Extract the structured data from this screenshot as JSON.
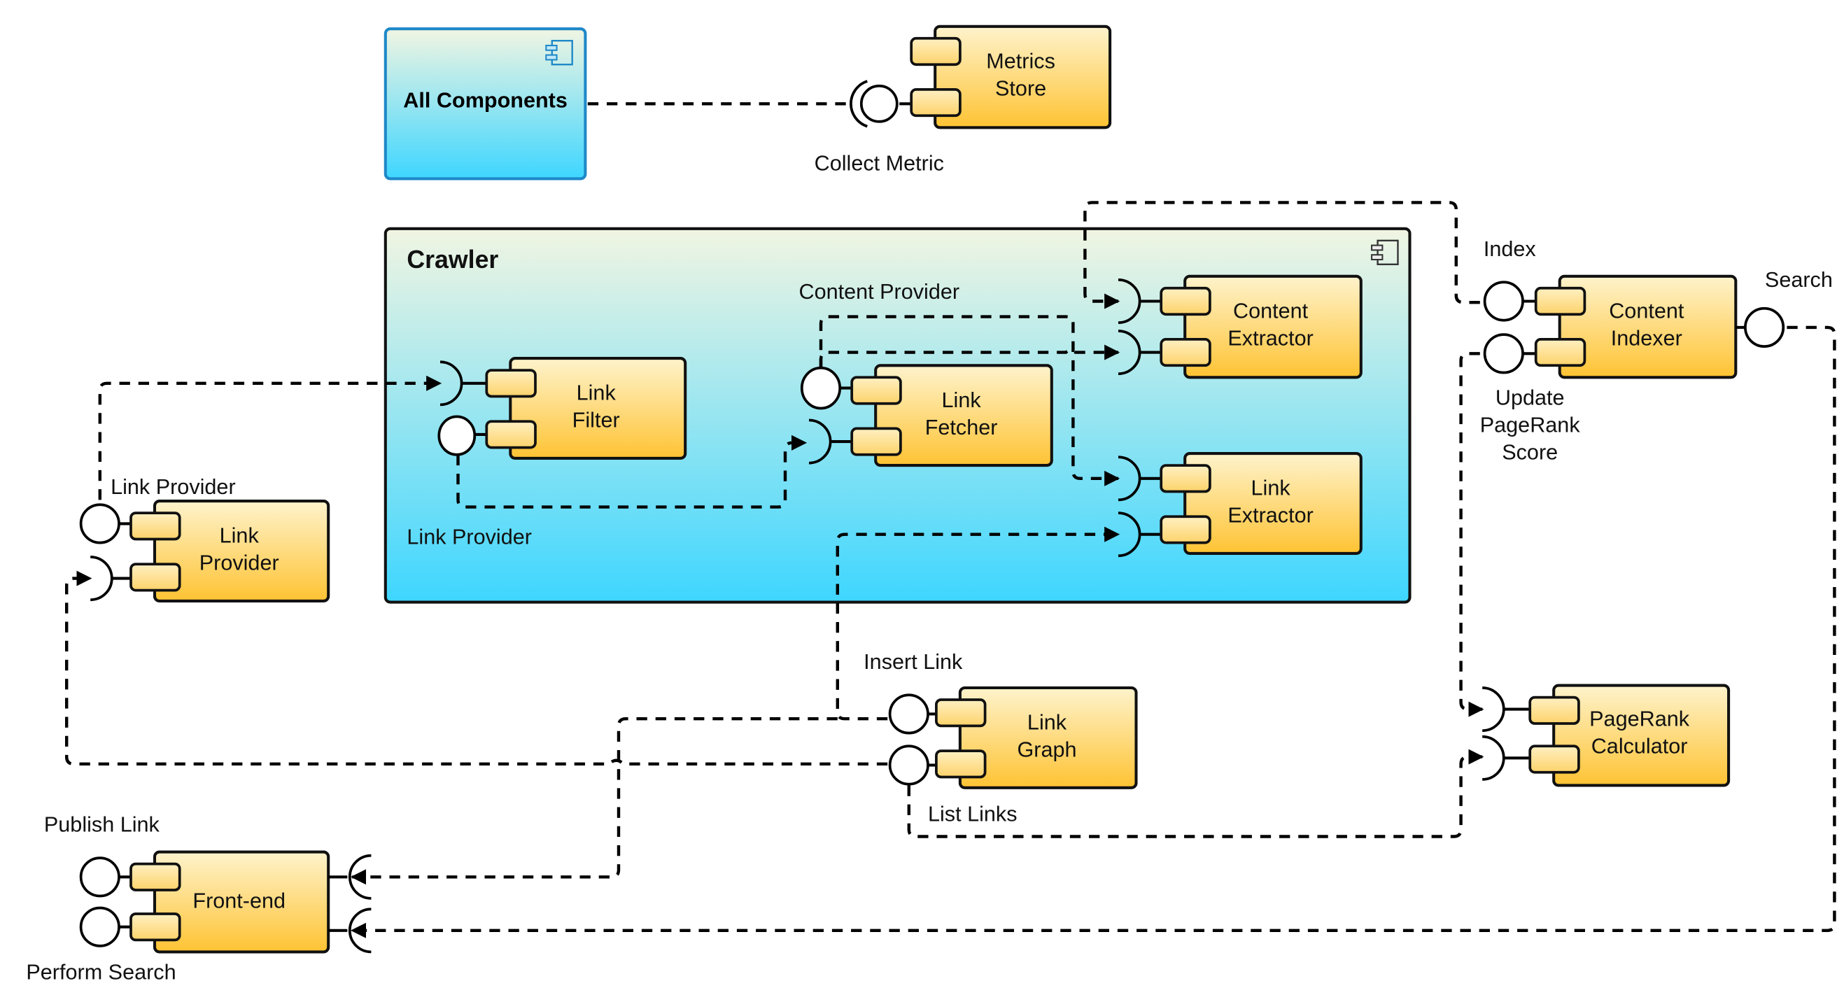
{
  "diagram": {
    "type": "UML component diagram",
    "colors": {
      "component_fill_top": "#FEF3CC",
      "component_fill_bottom": "#FEC333",
      "container_fill_top": "#F1F5E2",
      "container_fill_bottom": "#3ED6FF",
      "container_border": "#1E88C8",
      "line": "#000000"
    },
    "containers": [
      {
        "id": "all-components",
        "label": "All Components"
      },
      {
        "id": "crawler",
        "label": "Crawler"
      }
    ],
    "components": [
      {
        "id": "metrics-store",
        "lines": [
          "Metrics",
          "Store"
        ]
      },
      {
        "id": "link-filter",
        "lines": [
          "Link",
          "Filter"
        ]
      },
      {
        "id": "link-fetcher",
        "lines": [
          "Link",
          "Fetcher"
        ]
      },
      {
        "id": "content-extractor",
        "lines": [
          "Content",
          "Extractor"
        ]
      },
      {
        "id": "link-extractor",
        "lines": [
          "Link",
          "Extractor"
        ]
      },
      {
        "id": "content-indexer",
        "lines": [
          "Content",
          "Indexer"
        ]
      },
      {
        "id": "link-provider",
        "lines": [
          "Link",
          "Provider"
        ]
      },
      {
        "id": "link-graph",
        "lines": [
          "Link",
          "Graph"
        ]
      },
      {
        "id": "pagerank-calculator",
        "lines": [
          "PageRank",
          "Calculator"
        ]
      },
      {
        "id": "front-end",
        "lines": [
          "Front-end"
        ]
      }
    ],
    "interface_labels": {
      "collect_metric": "Collect Metric",
      "content_provider": "Content Provider",
      "link_provider_inner": "Link Provider",
      "link_provider_outer": "Link Provider",
      "index": "Index",
      "search": "Search",
      "update_pagerank_score": [
        "Update",
        "PageRank",
        "Score"
      ],
      "insert_link": "Insert Link",
      "list_links": "List Links",
      "publish_link": "Publish Link",
      "perform_search": "Perform Search"
    }
  }
}
